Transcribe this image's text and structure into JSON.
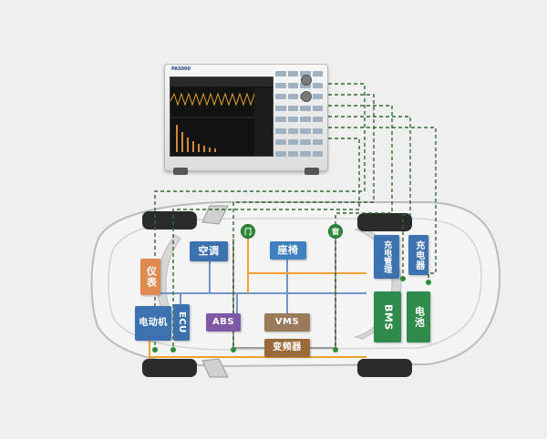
{
  "instrument": {
    "brand": "PA5000",
    "status_icon": "power-analyzer-icon"
  },
  "modules": {
    "aircon": "空调",
    "seat": "座椅",
    "meter": "仪表",
    "motor": "电动机",
    "ecu": "ECU",
    "abs": "ABS",
    "vms": "VMS",
    "inverter": "变频器",
    "charge_mgmt": "充电管理",
    "charger": "充电器",
    "bms": "BMS",
    "battery": "电池"
  },
  "doors": {
    "door_left": "门",
    "window_right": "窗"
  },
  "colors": {
    "wire_dashed": "#2e6b2e",
    "can_bus": "#6f95c9",
    "orange_line": "#f0a030",
    "aircon": "#3d72b0",
    "seat": "#3f80c0",
    "meter": "#e08a52",
    "motor": "#3d72b0",
    "ecu": "#3d72b0",
    "abs": "#7e58a6",
    "vms": "#9a7a5a",
    "inverter": "#9a6a3a",
    "charge_mgmt": "#3d72b0",
    "charger": "#3d72b0",
    "bms": "#2e8b4a",
    "battery": "#2e8b4a"
  }
}
